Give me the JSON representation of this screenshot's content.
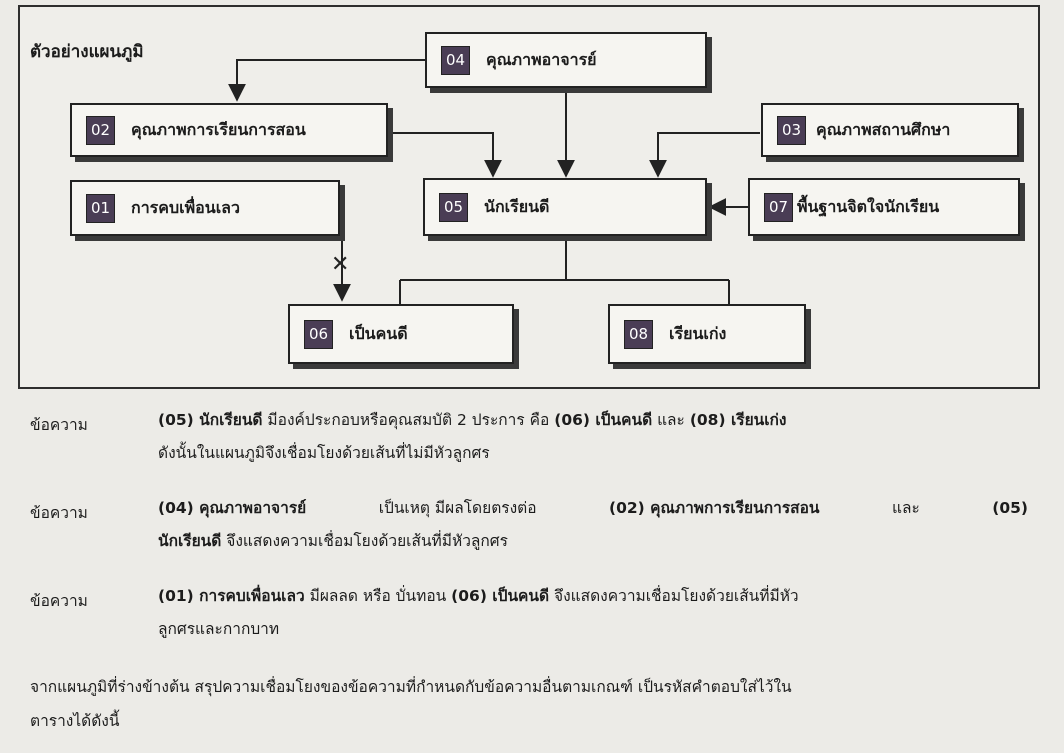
{
  "diagram": {
    "title": "ตัวอย่างแผนภูมิ",
    "nodes": {
      "n04": {
        "code": "04",
        "label": "คุณภาพอาจารย์"
      },
      "n02": {
        "code": "02",
        "label": "คุณภาพการเรียนการสอน"
      },
      "n03": {
        "code": "03",
        "label": "คุณภาพสถานศึกษา"
      },
      "n01": {
        "code": "01",
        "label": "การคบเพื่อนเลว"
      },
      "n05": {
        "code": "05",
        "label": "นักเรียนดี"
      },
      "n07": {
        "code": "07",
        "label": "พื้นฐานจิตใจนักเรียน"
      },
      "n06": {
        "code": "06",
        "label": "เป็นคนดี"
      },
      "n08": {
        "code": "08",
        "label": "เรียนเก่ง"
      }
    },
    "cross_mark": "✕"
  },
  "texts": {
    "p1": {
      "tag": "ข้อความ",
      "seg1": "(05) นักเรียนดี",
      "seg2": " มีองค์ประกอบหรือคุณสมบัติ 2 ประการ คือ ",
      "seg3": "(06) เป็นคนดี",
      "seg4": " และ ",
      "seg5": "(08) เรียนเก่ง",
      "line2": "ดังนั้นในแผนภูมิจึงเชื่อมโยงด้วยเส้นที่ไม่มีหัวลูกศร"
    },
    "p2": {
      "tag": "ข้อความ",
      "seg1": "(04) คุณภาพอาจารย์",
      "seg2": " เป็นเหตุ มีผลโดยตรงต่อ ",
      "seg3": "(02) คุณภาพการเรียนการสอน",
      "seg4": " และ ",
      "seg5": "(05)",
      "line2b": "นักเรียนดี",
      "line2": " จึงแสดงความเชื่อมโยงด้วยเส้นที่มีหัวลูกศร"
    },
    "p3": {
      "tag": "ข้อความ",
      "seg1": "(01) การคบเพื่อนเลว",
      "seg2": " มีผลลด หรือ บั่นทอน ",
      "seg3": "(06) เป็นคนดี",
      "seg4": " จึงแสดงความเชื่อมโยงด้วยเส้นที่มีหัว",
      "line2": "ลูกศรและกากบาท"
    },
    "p4": {
      "line1": "จากแผนภูมิที่ร่างข้างต้น  สรุปความเชื่อมโยงของข้อความที่กำหนดกับข้อความอื่นตามเกณฑ์  เป็นรหัสคำตอบใส่ไว้ใน",
      "line2": "ตารางได้ดังนี้"
    }
  }
}
